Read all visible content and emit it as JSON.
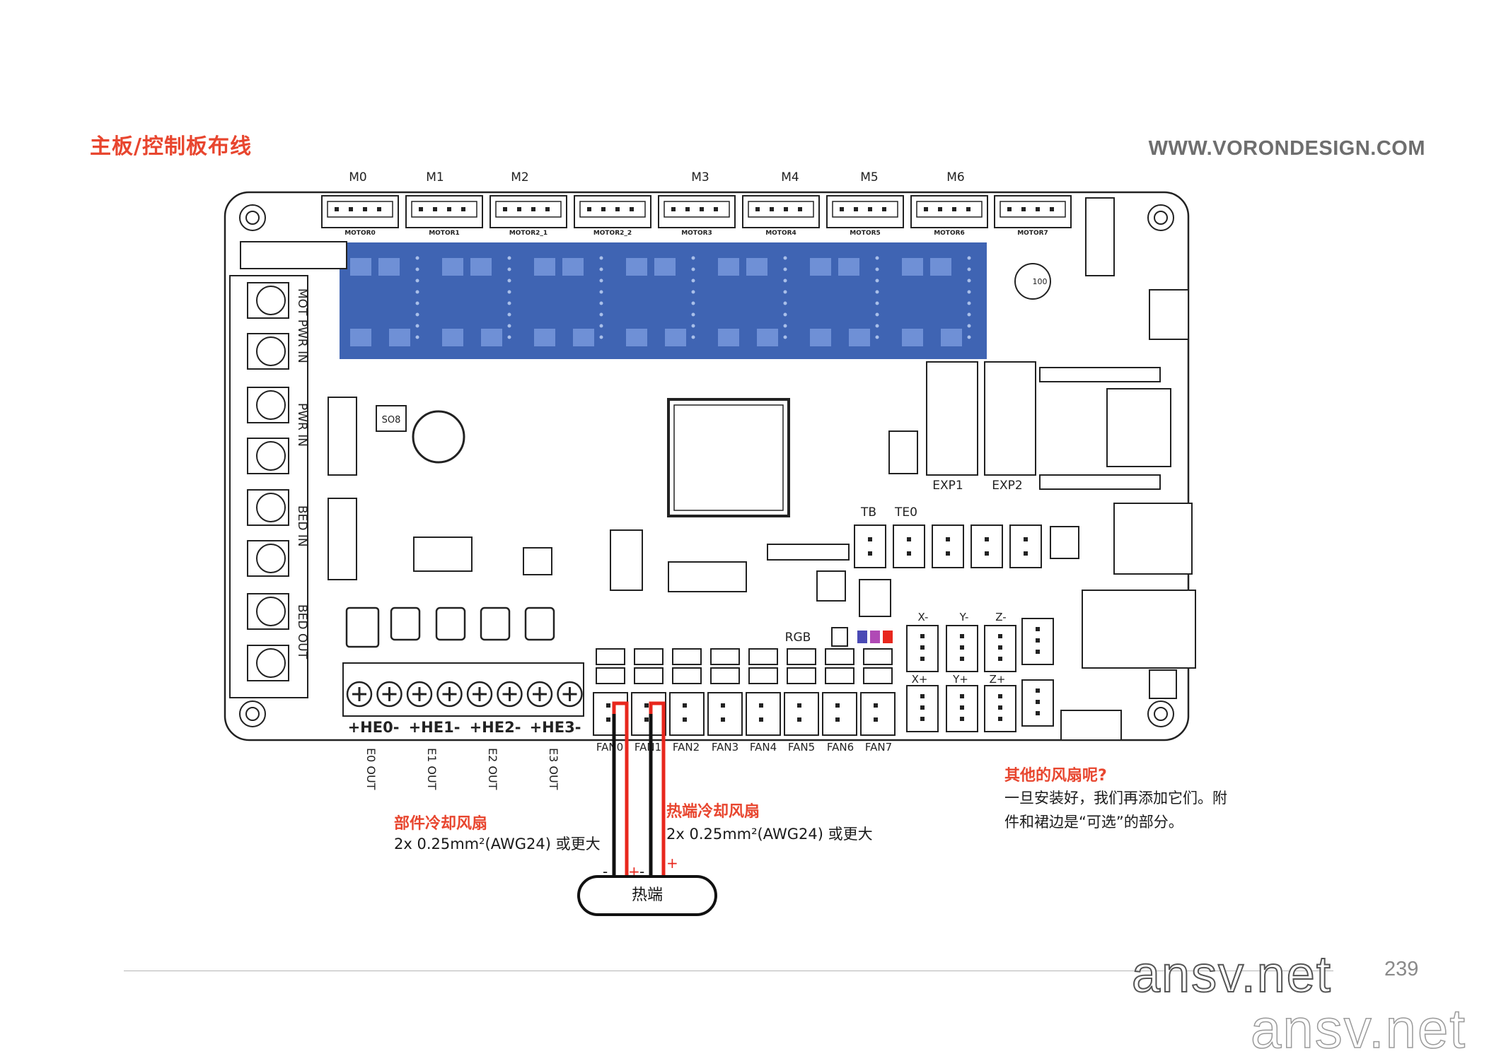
{
  "header": {
    "section_title": "主板/控制板布线",
    "site_url": "WWW.VORONDESIGN.COM"
  },
  "board": {
    "motor_labels": [
      "M0",
      "M1",
      "M2",
      "M3",
      "M4",
      "M5",
      "M6"
    ],
    "motor_connector_labels": [
      "MOTOR0",
      "MOTOR1",
      "MOTOR2_1",
      "MOTOR2_2",
      "MOTOR3",
      "MOTOR4",
      "MOTOR5",
      "MOTOR6",
      "MOTOR7"
    ],
    "power_labels": [
      "MOT PWR IN",
      "PWR IN",
      "BED IN",
      "BED OUT"
    ],
    "heater_labels": [
      "+HE0-",
      "+HE1-",
      "+HE2-",
      "+HE3-"
    ],
    "heater_out_labels": [
      "E0 OUT",
      "E1 OUT",
      "E2 OUT",
      "E3 OUT"
    ],
    "fan_labels": [
      "FAN0",
      "FAN1",
      "FAN2",
      "FAN3",
      "FAN4",
      "FAN5",
      "FAN6",
      "FAN7"
    ],
    "thermistor_labels": [
      "TB",
      "TE0"
    ],
    "exp_labels": [
      "EXP1",
      "EXP2"
    ],
    "rgb_label": "RGB",
    "endstop_labels": [
      "X-",
      "Y-",
      "Z-",
      "X+",
      "Y+",
      "Z+"
    ],
    "chip_label": "SO8",
    "cap_label": "100",
    "colors": {
      "stepper_blue": "#3f64b3",
      "wire_red": "#e8271d",
      "wire_black": "#111111",
      "accent": "#e8462f"
    }
  },
  "wiring": {
    "part_fan_title": "部件冷却风扇",
    "part_fan_spec": "2x 0.25mm²(AWG24) 或更大",
    "hotend_fan_title": "热端冷却风扇",
    "hotend_fan_spec": "2x 0.25mm²(AWG24) 或更大",
    "hotend_label": "热端",
    "minus_sign": "-",
    "plus_sign": "+"
  },
  "note": {
    "title": "其他的风扇呢?",
    "line1": "一旦安装好，我们再添加它们。附",
    "line2": "件和裙边是“可选”的部分。"
  },
  "footer": {
    "page_number": "239",
    "watermark": "ansv.net"
  }
}
